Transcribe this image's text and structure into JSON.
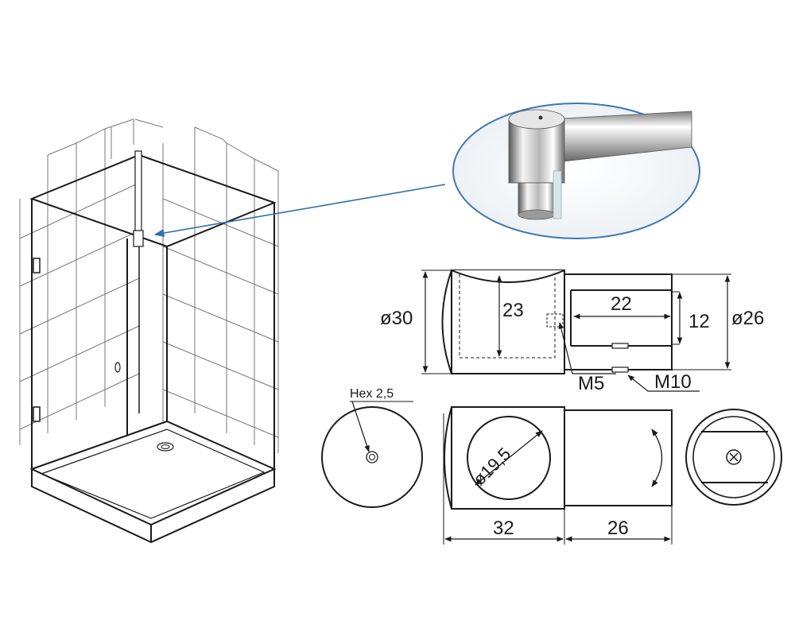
{
  "drawing": {
    "dimensions": {
      "d30": "ø30",
      "h23": "23",
      "len22": "22",
      "h12": "12",
      "d26": "ø26",
      "m5": "M5",
      "m10": "M10",
      "hex": "Hex 2,5",
      "d19": "ø19,5",
      "len32": "32",
      "len26": "26"
    },
    "colors": {
      "line": "#1a1a1a",
      "tile": "#777777",
      "callout_arrow": "#2f6fad",
      "detail_border": "#3f77b5",
      "chrome_light": "#f2f2f2",
      "chrome_dark": "#6b6b6b"
    },
    "icons": {
      "screw": "cross-screw-icon",
      "hex_socket": "hex-socket-icon",
      "rotation": "double-arrow-icon"
    }
  }
}
